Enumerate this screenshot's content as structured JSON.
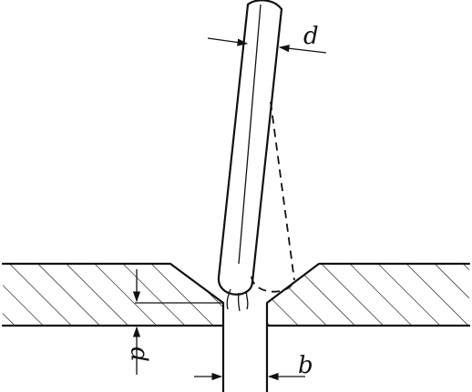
{
  "labels": {
    "electrode_diameter": "d",
    "root_face": "p",
    "root_gap": "b"
  }
}
